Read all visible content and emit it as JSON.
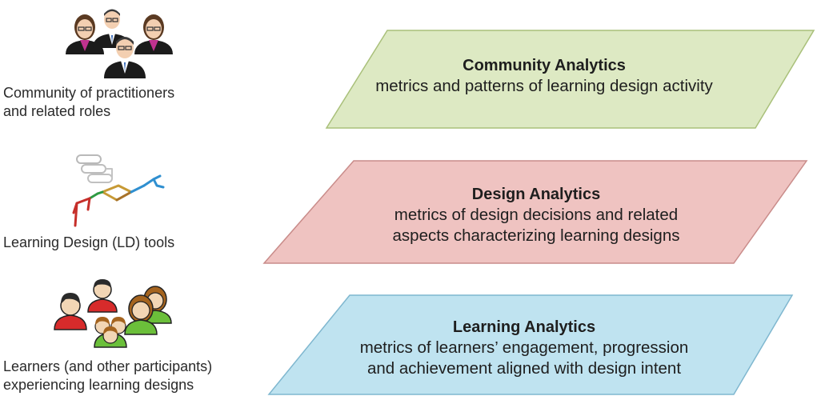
{
  "roles": [
    {
      "name": "community",
      "lines": [
        "Community of practitioners",
        "and related roles"
      ],
      "icon": "practitioners-group-icon"
    },
    {
      "name": "tools",
      "lines": [
        "Learning Design (LD) tools"
      ],
      "icon": "design-tool-flowchart-icon"
    },
    {
      "name": "learners",
      "lines": [
        "Learners (and other participants)",
        "experiencing learning designs"
      ],
      "icon": "learners-group-icon"
    }
  ],
  "layers": [
    {
      "title": "Community Analytics",
      "lines": [
        "metrics and patterns of learning design activity"
      ],
      "color": "#dde9c3",
      "stroke": "#a9c07a"
    },
    {
      "title": "Design Analytics",
      "lines": [
        "metrics of design decisions and related",
        "aspects characterizing learning designs"
      ],
      "color": "#efc3c1",
      "stroke": "#c98c8a"
    },
    {
      "title": "Learning Analytics",
      "lines": [
        "metrics of learners’ engagement, progression",
        "and achievement aligned with design intent"
      ],
      "color": "#bfe3f0",
      "stroke": "#7fb7cf"
    }
  ]
}
